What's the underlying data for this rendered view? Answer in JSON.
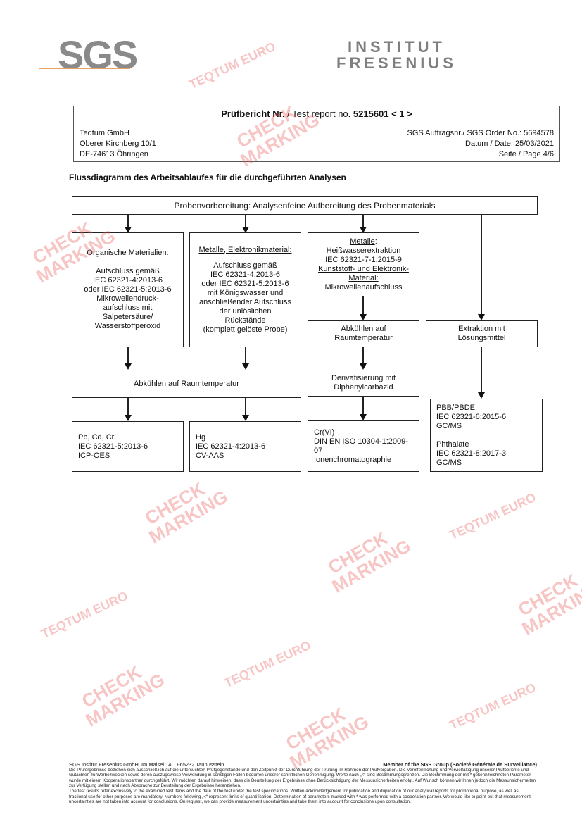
{
  "logos": {
    "sgs": "SGS",
    "institut": "INSTITUT",
    "fresenius": "FRESENIUS"
  },
  "header": {
    "title_bold": "Prüfbericht Nr.",
    "title_mid": " / Test report no. ",
    "report_no": "5215601 < 1 >",
    "client": [
      "Teqtum GmbH",
      "Oberer Kirchberg 10/1",
      "DE-74613 Öhringen"
    ],
    "order": "SGS Auftragsnr./ SGS Order No.: 5694578",
    "date": "Datum / Date: 25/03/2021",
    "page": "Seite / Page 4/6"
  },
  "section_title": "Flussdiagramm des Arbeitsablaufes für die durchgeführten Analysen",
  "flow": {
    "top": "Probenvorbereitung: Analysenfeine Aufbereitung des Probenmaterials",
    "organic": {
      "head": "Organische Materialien:",
      "lines": [
        "Aufschluss gemäß",
        "IEC 62321-4:2013-6",
        "oder IEC 62321-5:2013-6",
        "Mikrowellendruck-",
        "aufschluss mit",
        "Salpetersäure/",
        "Wasserstoffperoxid"
      ]
    },
    "metals": {
      "head": "Metalle, Elektronikmaterial:",
      "lines": [
        "Aufschluss gemäß",
        "IEC 62321-4:2013-6",
        "oder IEC 62321-5:2013-6",
        "mit Königswasser und",
        "anschließender Aufschluss",
        "der unlöslichen",
        "Rückstände",
        "(komplett gelöste Probe)"
      ]
    },
    "crvi": {
      "head1": "Metalle",
      "after1": ":",
      "l1": "Heißwasserextraktion",
      "l2": "IEC 62321-7-1:2015-9",
      "head2": "Kunststoff- und Elektronik-Material:",
      "l3": "Mikrowellenaufschluss"
    },
    "cool_small": [
      "Abkühlen auf",
      "Raumtemperatur"
    ],
    "extract": [
      "Extraktion mit",
      "Lösungsmittel"
    ],
    "cool_wide": "Abkühlen auf Raumtemperatur",
    "deriv": [
      "Derivatisierung mit",
      "Diphenylcarbazid"
    ],
    "res_pb": [
      "Pb, Cd, Cr",
      "IEC 62321-5:2013-6",
      "ICP-OES"
    ],
    "res_hg": [
      "Hg",
      "IEC 62321-4:2013-6",
      "CV-AAS"
    ],
    "res_cr": [
      "Cr(VI)",
      "DIN EN ISO 10304-1:2009-",
      "07",
      "Ionenchromatographie"
    ],
    "res_pbb": [
      "PBB/PBDE",
      "IEC 62321-6:2015-6",
      "GC/MS",
      "",
      "Phthalate",
      "IEC 62321-8:2017-3",
      "GC/MS"
    ]
  },
  "footer": {
    "address": "SGS Institut Fresenius GmbH, Im Maisel 14, D-65232 Taunusstein",
    "member": "Member of the SGS Group (Societé Générale de Surveillance)",
    "de": "Die Prüfergebnisse beziehen sich ausschließlich auf die untersuchten Prüfgegenstände und den Zeitpunkt der Durchführung der Prüfung im Rahmen der Prüfvorgaben. Die Veröffentlichung und Vervielfältigung unserer Prüfberichte und Gutachten zu Werbezwecken sowie deren auszugsweise Verwendung in sonstigen Fällen bedürfen unserer schriftlichen Genehmigung. Werte nach „<“ sind Bestimmungsgrenzen. Die Bestimmung der mit * gekennzeichneten Parameter wurde mit einem Kooperationspartner durchgeführt. Wir möchten darauf hinweisen, dass die Beurteilung der Ergebnisse ohne Berücksichtigung der Messunsicherheiten erfolgt. Auf Wunsch können wir Ihnen jedoch die Messunsicherheiten zur Verfügung stellen und nach Absprache zur Beurteilung der Ergebnisse heranziehen.",
    "en": "The test results refer exclusively to the examined test items and the date of the test under the test specifications. Written acknowledgement for publication and duplication of our analytical reports for promotional purpose, as well as fractional use for other purposes are mandatory. Numbers following „<“ represent limits of quantification. Determination of parameters marked with * was performed with a cooperation partner. We would like to point out that measurement uncertainties are not taken into account for conclusions. On request, we can provide measurement uncertainties and take them into account for conclusions upon consultation."
  },
  "watermarks": {
    "a": "CHECK MARKING",
    "b": "TEQTUM EURO"
  }
}
